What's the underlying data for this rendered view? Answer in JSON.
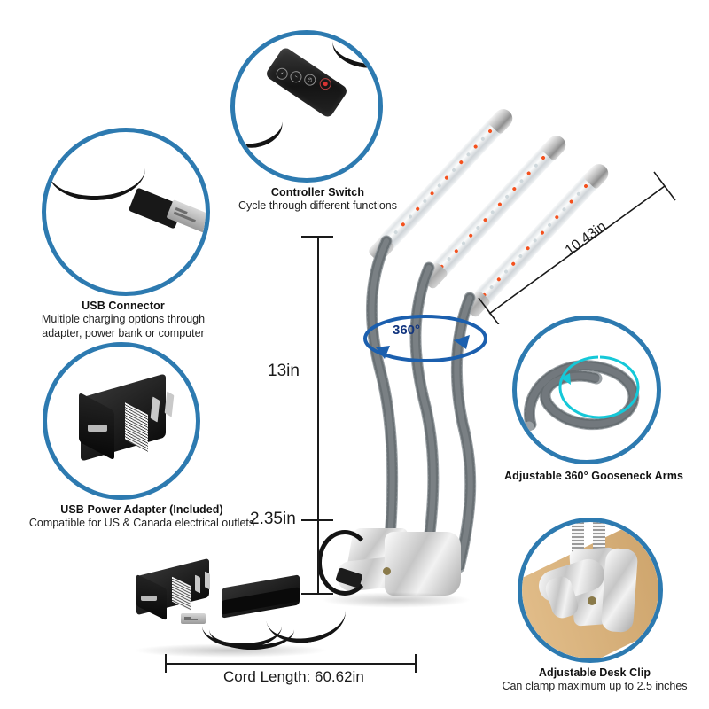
{
  "product": {
    "type": "led-grow-light-3-head-clip-lamp",
    "tube_count": 3,
    "led_colors": [
      "#f4511e",
      "#cfd8dc"
    ]
  },
  "theme": {
    "ring_color": "#2d7ab0",
    "arrow_color": "#1b5fae",
    "cyan_arrow_color": "#15c8d8",
    "text_color": "#1a1a1a",
    "dim_color": "#1a1a1a",
    "rotation_label_color": "#12357f",
    "background": "#ffffff"
  },
  "callouts": [
    {
      "id": "usb-connector",
      "title": "USB Connector",
      "desc_line1": "Multiple charging options through",
      "desc_line2": "adapter, power bank or computer"
    },
    {
      "id": "controller-switch",
      "title": "Controller Switch",
      "desc_line1": "Cycle through different functions",
      "desc_line2": ""
    },
    {
      "id": "usb-power-adapter",
      "title": "USB Power Adapter (Included)",
      "desc_line1": "Compatible for US & Canada electrical outlets",
      "desc_line2": ""
    },
    {
      "id": "gooseneck-arms",
      "title": "Adjustable 360° Gooseneck Arms",
      "desc_line1": "",
      "desc_line2": ""
    },
    {
      "id": "desk-clip",
      "title": "Adjustable Desk Clip",
      "desc_line1": "Can clamp maximum up to 2.5 inches",
      "desc_line2": ""
    }
  ],
  "dimensions": {
    "height_label": "13in",
    "base_height_label": "2.35in",
    "arm_length_label": "10.43in",
    "cord_length_label": "Cord Length: 60.62in",
    "rotation_label": "360°"
  },
  "controller": {
    "buttons": [
      "+",
      "−",
      "timer-icon",
      "power-icon"
    ]
  }
}
